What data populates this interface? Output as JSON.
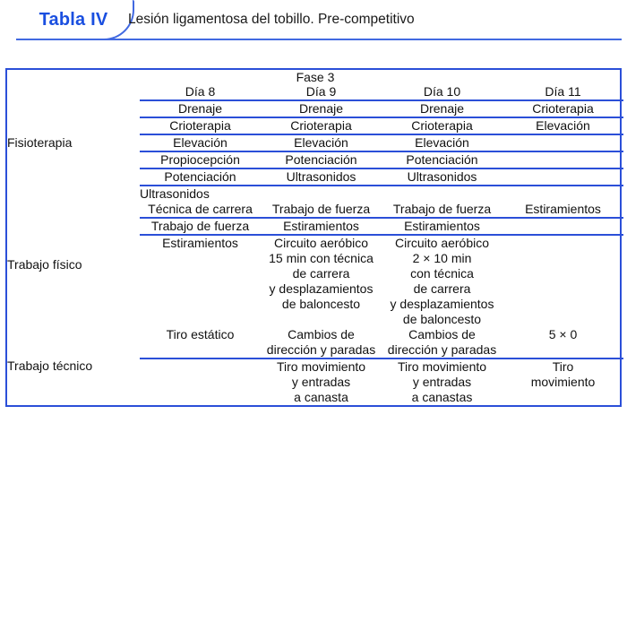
{
  "caption": {
    "tab_label": "Tabla IV",
    "title": "Lesión ligamentosa del tobillo. Pre-competitivo",
    "accent_color": "#4169E1"
  },
  "table": {
    "phase_header": "Fase 3",
    "columns": [
      "Día 8",
      "Día 9",
      "Día 10",
      "Día 11"
    ],
    "sections": [
      {
        "label": "Fisioterapia",
        "label_bold": true,
        "rows": [
          {
            "cells": [
              "Drenaje",
              "Drenaje",
              "Drenaje",
              "Crioterapia"
            ]
          },
          {
            "cells": [
              "Crioterapia",
              "Crioterapia",
              "Crioterapia",
              "Elevación"
            ]
          },
          {
            "cells": [
              "Elevación",
              "Elevación",
              "Elevación",
              ""
            ]
          },
          {
            "cells": [
              "Propiocepción",
              "Potenciación",
              "Potenciación",
              ""
            ]
          },
          {
            "cells": [
              "Potenciación",
              "Ultrasonidos",
              "Ultrasonidos",
              ""
            ]
          },
          {
            "cells": [
              "Ultrasonidos",
              "",
              "",
              ""
            ],
            "align": "left"
          }
        ]
      },
      {
        "label": "Trabajo físico",
        "label_bold": false,
        "rows": [
          {
            "cells": [
              "Técnica de carrera",
              "Trabajo de fuerza",
              "Trabajo de fuerza",
              "Estiramientos"
            ]
          },
          {
            "cells": [
              "Trabajo de fuerza",
              "Estiramientos",
              "Estiramientos",
              ""
            ]
          },
          {
            "cells": [
              "Estiramientos",
              "Circuito aeróbico\n15 min con técnica\nde carrera\ny desplazamientos\nde baloncesto",
              "Circuito aeróbico\n2 × 10 min\ncon técnica\nde carrera\ny desplazamientos\nde baloncesto",
              ""
            ],
            "valign": "top",
            "no_rule": true
          }
        ]
      },
      {
        "label": "Trabajo técnico",
        "label_bold": false,
        "rows": [
          {
            "cells": [
              "Tiro estático",
              "Cambios de\ndirección y paradas",
              "Cambios de\ndirección y paradas",
              "5 × 0"
            ],
            "valign": "top"
          },
          {
            "cells": [
              "",
              "Tiro movimiento\ny entradas\na canasta",
              "Tiro movimiento\ny entradas\na canastas",
              "Tiro\nmovimiento"
            ],
            "valign": "top",
            "no_rule": true
          }
        ]
      }
    ]
  }
}
